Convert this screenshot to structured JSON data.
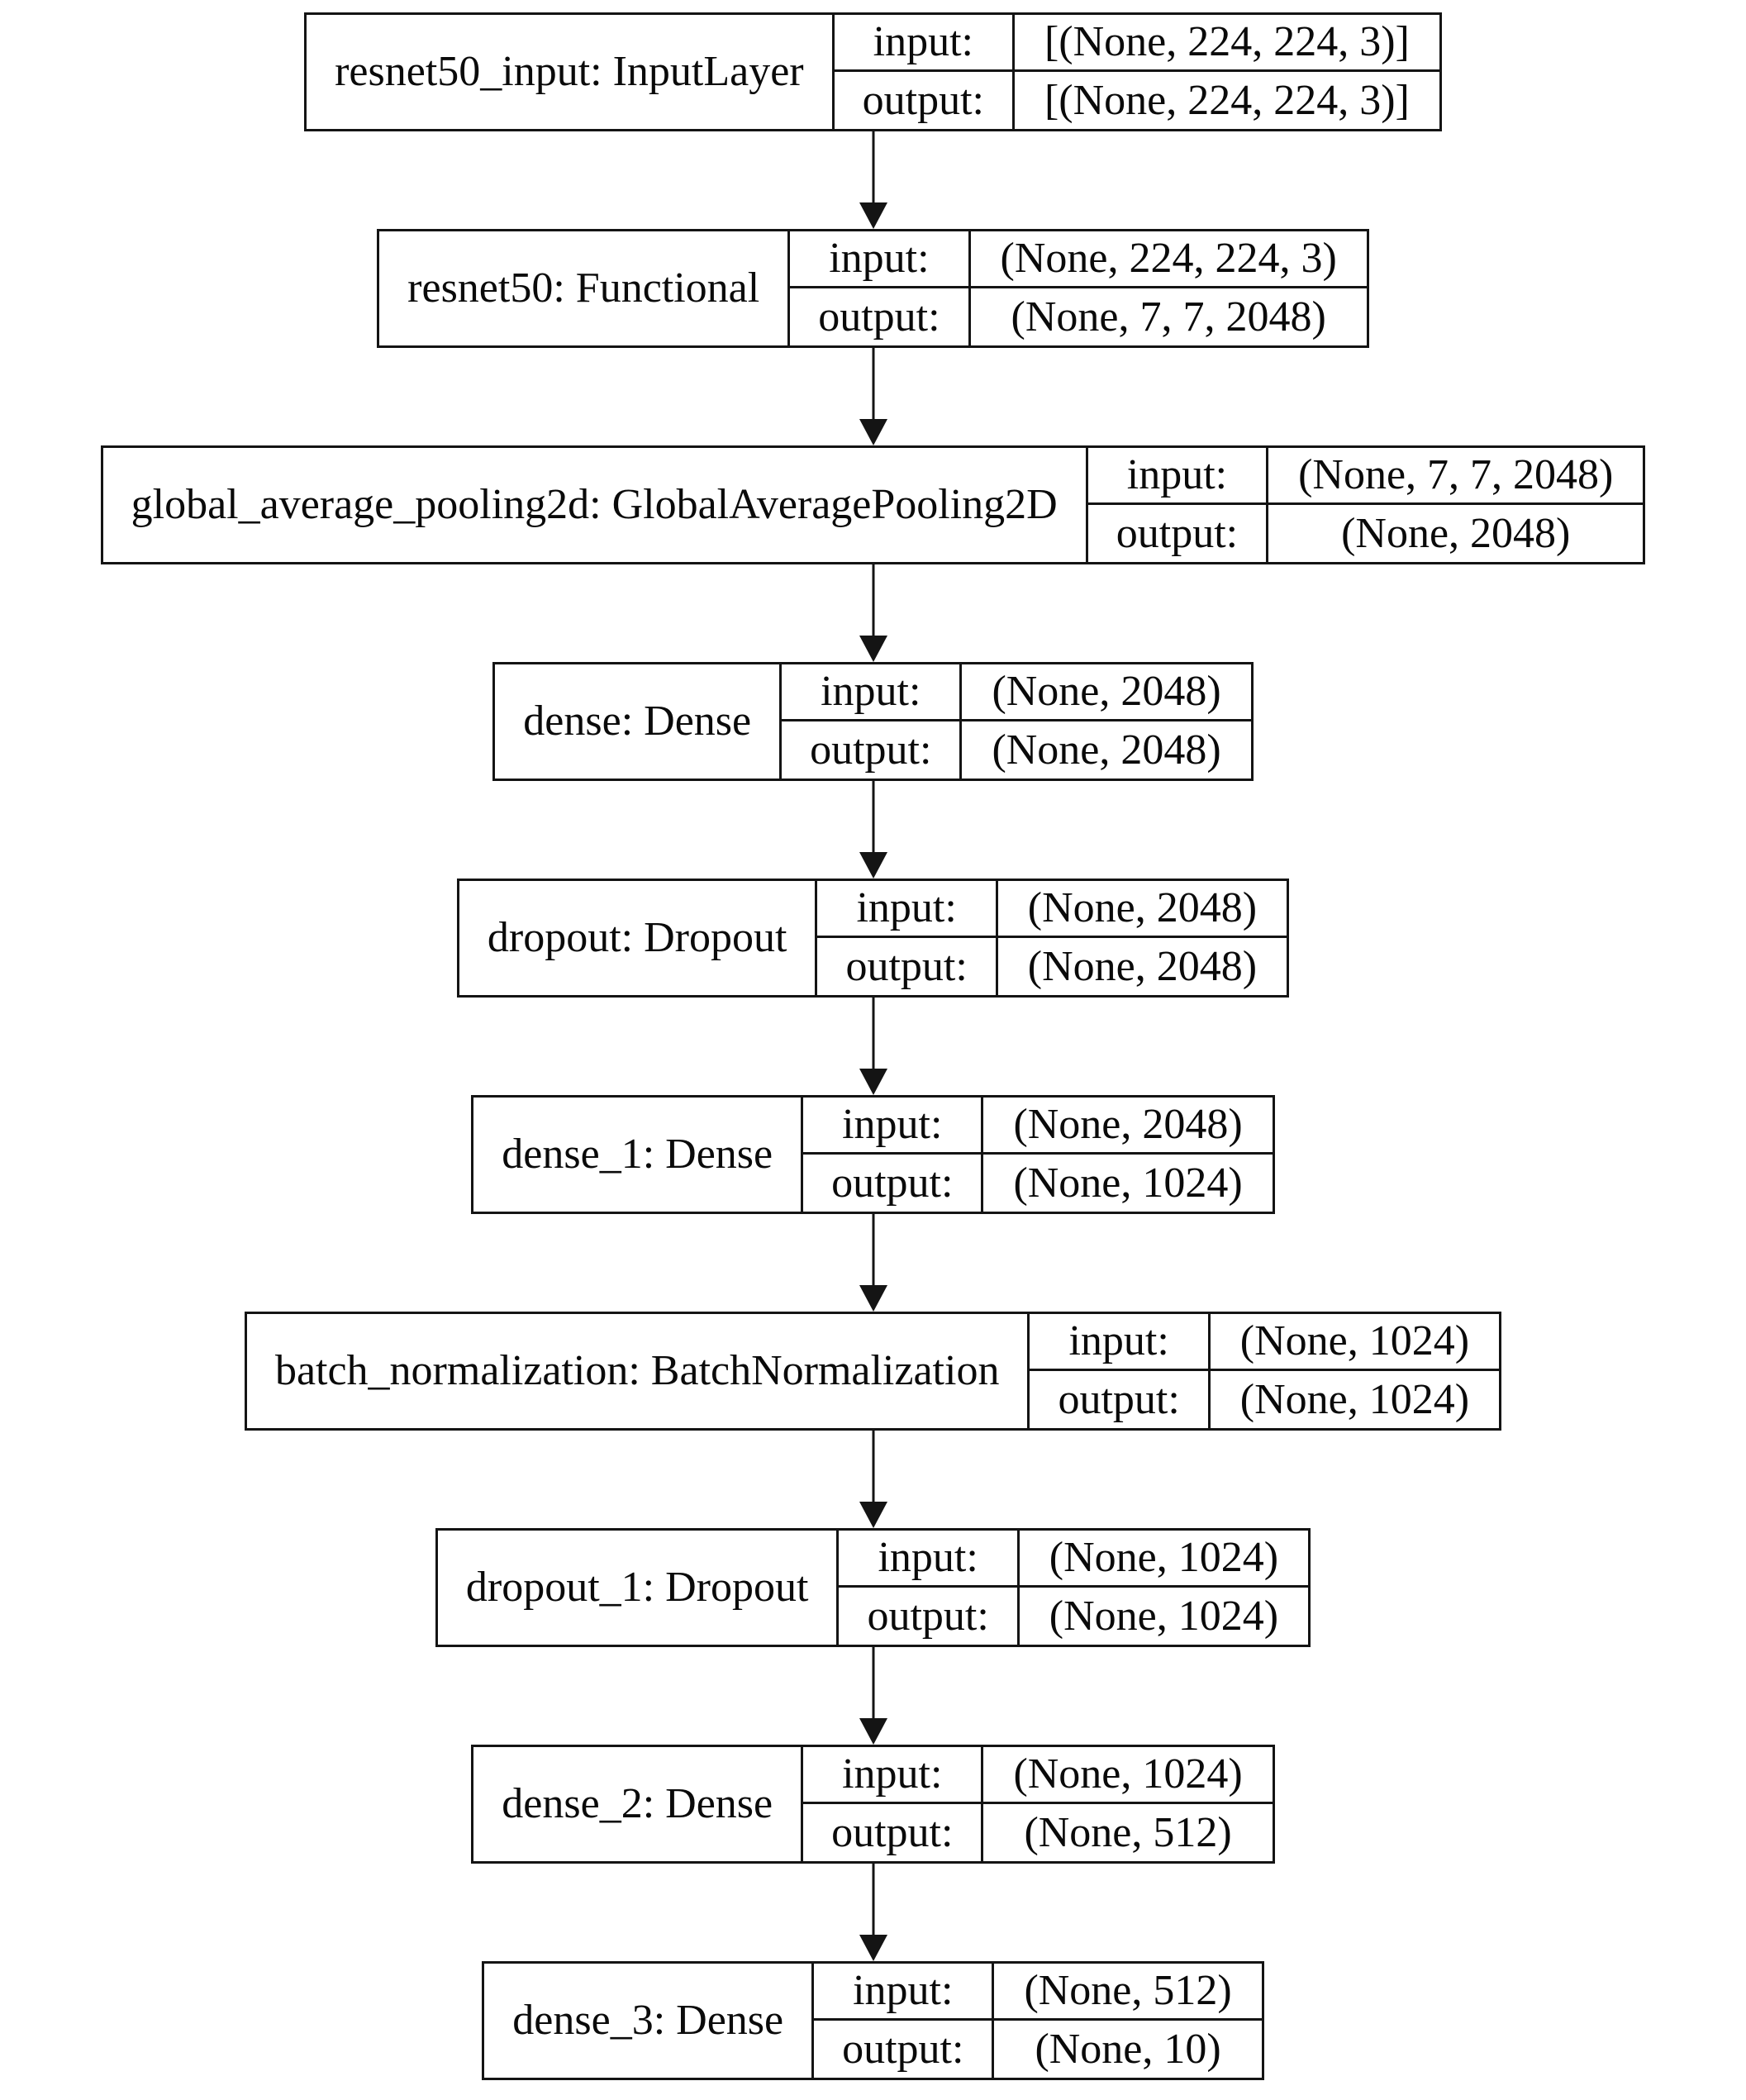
{
  "diagram": {
    "title": "keras-model-architecture",
    "type": "layer-flow-graph",
    "row_labels": {
      "input": "input:",
      "output": "output:"
    },
    "colors": {
      "background": "#ffffff",
      "border": "#141414",
      "text": "#0a0a0a",
      "arrow": "#141414"
    },
    "nodes": [
      {
        "name": "resnet50_input: InputLayer",
        "input_shape": "[(None, 224, 224, 3)]",
        "output_shape": "[(None, 224, 224, 3)]"
      },
      {
        "name": "resnet50: Functional",
        "input_shape": "(None, 224, 224, 3)",
        "output_shape": "(None, 7, 7, 2048)"
      },
      {
        "name": "global_average_pooling2d: GlobalAveragePooling2D",
        "input_shape": "(None, 7, 7, 2048)",
        "output_shape": "(None, 2048)"
      },
      {
        "name": "dense: Dense",
        "input_shape": "(None, 2048)",
        "output_shape": "(None, 2048)"
      },
      {
        "name": "dropout: Dropout",
        "input_shape": "(None, 2048)",
        "output_shape": "(None, 2048)"
      },
      {
        "name": "dense_1: Dense",
        "input_shape": "(None, 2048)",
        "output_shape": "(None, 1024)"
      },
      {
        "name": "batch_normalization: BatchNormalization",
        "input_shape": "(None, 1024)",
        "output_shape": "(None, 1024)"
      },
      {
        "name": "dropout_1: Dropout",
        "input_shape": "(None, 1024)",
        "output_shape": "(None, 1024)"
      },
      {
        "name": "dense_2: Dense",
        "input_shape": "(None, 1024)",
        "output_shape": "(None, 512)"
      },
      {
        "name": "dense_3: Dense",
        "input_shape": "(None, 512)",
        "output_shape": "(None, 10)"
      }
    ]
  }
}
